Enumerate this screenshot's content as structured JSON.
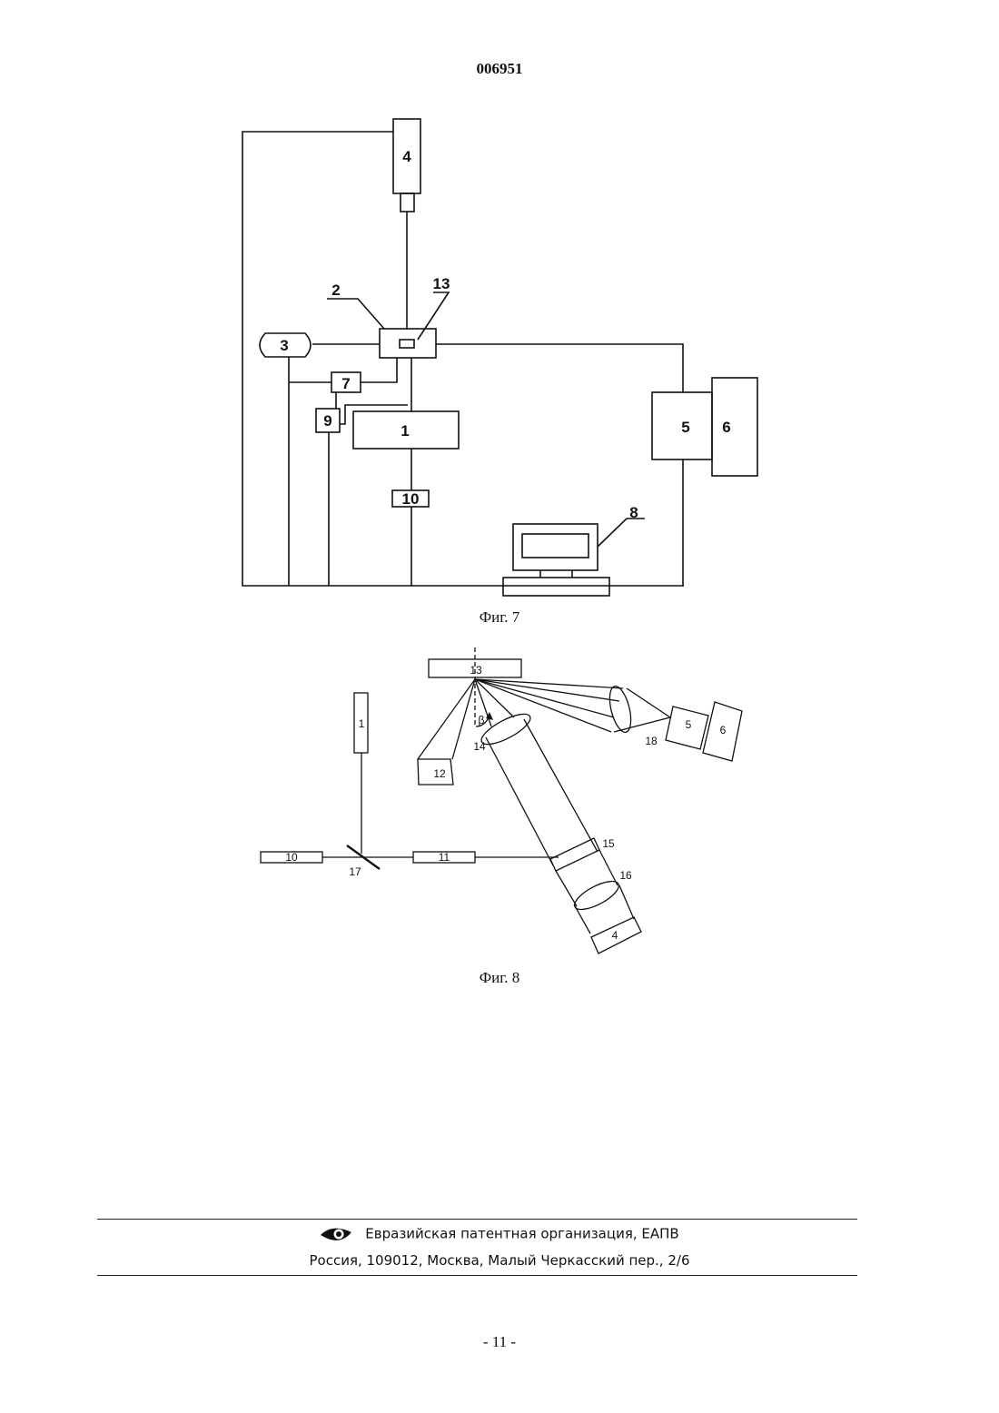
{
  "header": {
    "doc_number": "006951"
  },
  "figure7": {
    "caption": "Фиг. 7",
    "labels": {
      "l1": "1",
      "l2": "2",
      "l3": "3",
      "l4": "4",
      "l5": "5",
      "l6": "6",
      "l7": "7",
      "l8": "8",
      "l9": "9",
      "l10": "10",
      "l13": "13"
    }
  },
  "figure8": {
    "caption": "Фиг. 8",
    "labels": {
      "l1": "1",
      "l4": "4",
      "l5": "5",
      "l6": "6",
      "l10": "10",
      "l11": "11",
      "l12": "12",
      "l13": "13",
      "l14": "14",
      "l15": "15",
      "l16": "16",
      "l17": "17",
      "l18": "18",
      "angle": "β"
    }
  },
  "footer": {
    "org_icon": "eye-logo-icon",
    "org_name": "Евразийская патентная организация, ЕАПВ",
    "address": "Россия, 109012, Москва, Малый Черкасский пер., 2/6"
  },
  "page_number": "- 11 -"
}
